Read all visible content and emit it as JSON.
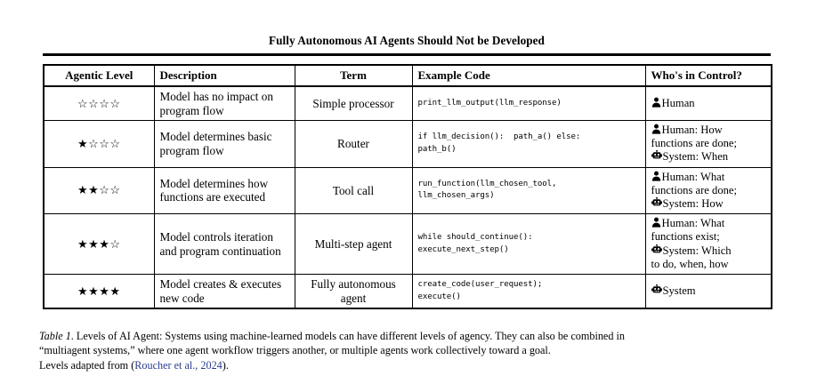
{
  "title": "Fully Autonomous AI Agents Should Not be Developed",
  "table": {
    "headers": {
      "level": "Agentic Level",
      "description": "Description",
      "term": "Term",
      "code": "Example Code",
      "control": "Who's in Control?"
    },
    "rows": [
      {
        "stars_filled": 0,
        "stars_total": 4,
        "stars_text": "☆☆☆☆",
        "description": "Model has no impact on program flow",
        "term": "Simple processor",
        "code": "print_llm_output(llm_response)",
        "control": [
          {
            "icon": "person-icon",
            "text": "Human"
          }
        ]
      },
      {
        "stars_filled": 1,
        "stars_total": 4,
        "stars_text": "★☆☆☆",
        "description": "Model determines basic program flow",
        "term": "Router",
        "code": "if llm_decision():  path_a() else:\npath_b()",
        "control": [
          {
            "icon": "person-icon",
            "text": "Human: How",
            "continuation": "functions are done;"
          },
          {
            "icon": "robot-icon",
            "text": "System: When"
          }
        ]
      },
      {
        "stars_filled": 2,
        "stars_total": 4,
        "stars_text": "★★☆☆",
        "description": "Model determines how functions are executed",
        "term": "Tool call",
        "code": "run_function(llm_chosen_tool,\nllm_chosen_args)",
        "control": [
          {
            "icon": "person-icon",
            "text": "Human: What",
            "continuation": "functions are done;"
          },
          {
            "icon": "robot-icon",
            "text": "System: How"
          }
        ]
      },
      {
        "stars_filled": 3,
        "stars_total": 4,
        "stars_text": "★★★☆",
        "description": "Model controls iteration and program continuation",
        "term": "Multi-step agent",
        "code": "while should_continue():\nexecute_next_step()",
        "control": [
          {
            "icon": "person-icon",
            "text": "Human: What",
            "continuation": "functions exist;"
          },
          {
            "icon": "robot-icon",
            "text": "System: Which",
            "continuation": "to do, when, how"
          }
        ]
      },
      {
        "stars_filled": 4,
        "stars_total": 4,
        "stars_text": "★★★★",
        "description": "Model creates & executes new code",
        "term": "Fully autonomous agent",
        "code": "create_code(user_request);\nexecute()",
        "control": [
          {
            "icon": "robot-icon",
            "text": "System"
          }
        ]
      }
    ]
  },
  "caption": {
    "label": "Table 1",
    "line1": ". Levels of AI Agent: Systems using machine-learned models can have different levels of agency. They can also be combined in",
    "line2": "“multiagent systems,” where one agent workflow triggers another, or multiple agents work collectively toward a goal.",
    "line3_pre": "Levels adapted from (",
    "citation": "Roucher et al., 2024",
    "line3_post": ")."
  },
  "colors": {
    "citation": "#2b3c8f",
    "rule": "#000000",
    "background": "#ffffff"
  }
}
